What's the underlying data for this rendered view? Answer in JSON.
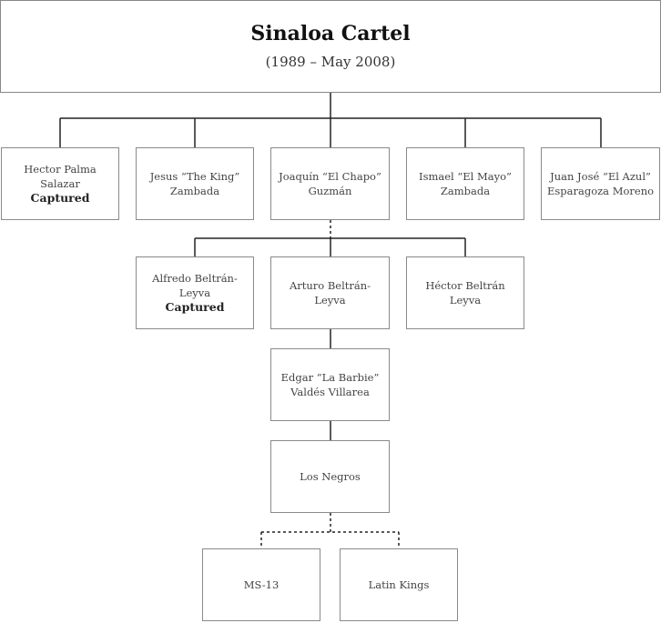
{
  "title": "Sinaloa Cartel",
  "subtitle": "(1989 – May 2008)",
  "nodes": {
    "hector_palma": {
      "line1": "Hector Palma Salazar",
      "status": "Captured"
    },
    "jesus_zambada": {
      "line1": "Jesus “The King”",
      "line2": "Zambada"
    },
    "chapo": {
      "line1": "Joaquín “El Chapo”",
      "line2": "Guzmán"
    },
    "mayo": {
      "line1": "Ismael “El Mayo”",
      "line2": "Zambada"
    },
    "azul": {
      "line1": "Juan José “El Azul”",
      "line2": "Esparagoza Moreno"
    },
    "alfredo": {
      "line1": "Alfredo Beltrán-",
      "line2": "Leyva",
      "status": "Captured"
    },
    "arturo": {
      "line1": "Arturo Beltrán-Leyva"
    },
    "hector_beltran": {
      "line1": "Héctor Beltrán Leyva"
    },
    "barbie": {
      "line1": "Edgar “La Barbie”",
      "line2": "Valdés Villarea"
    },
    "negros": {
      "line1": "Los Negros"
    },
    "ms13": {
      "line1": "MS-13"
    },
    "latin_kings": {
      "line1": "Latin Kings"
    }
  }
}
